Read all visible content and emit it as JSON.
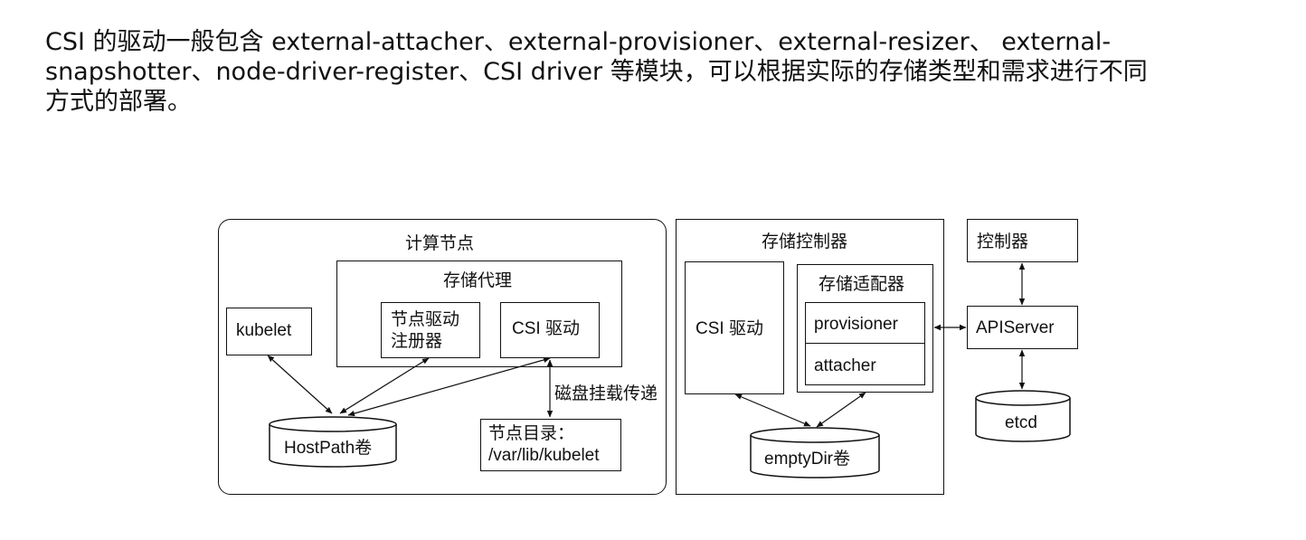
{
  "paragraph": {
    "line1": "CSI 的驱动一般包含 external-attacher、external-provisioner、external-resizer、 external-",
    "line2": "snapshotter、node-driver-register、CSI driver 等模块，可以根据实际的存储类型和需求进行不同",
    "line3": "方式的部署。"
  },
  "diagram": {
    "compute_node": {
      "title": "计算节点",
      "storage_agent": {
        "title": "存储代理",
        "node_driver_registrar": [
          "节点驱动",
          "注册器"
        ],
        "csi_driver": "CSI 驱动"
      },
      "kubelet": "kubelet",
      "hostpath_volume": "HostPath卷",
      "node_directory": [
        "节点目录：",
        "/var/lib/kubelet"
      ],
      "disk_mount_label": "磁盘挂载传递"
    },
    "storage_controller": {
      "title": "存储控制器",
      "csi_driver": "CSI 驱动",
      "storage_adapter": {
        "title": "存储适配器",
        "provisioner": "provisioner",
        "attacher": "attacher"
      },
      "emptydir_volume": "emptyDir卷"
    },
    "controller": "控制器",
    "apiserver": "APIServer",
    "etcd": "etcd"
  }
}
